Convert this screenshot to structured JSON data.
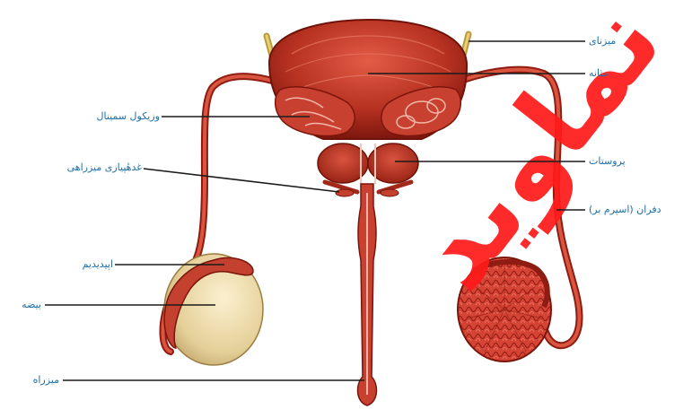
{
  "labels": {
    "ureter": "میزنای",
    "bladder": "مثانه",
    "seminal_vesicle": "وزیکول سمینال",
    "prostate": "پروستات",
    "bulbourethral_gland": "غدهٔپیازی میزراهی",
    "vas_deferens": "دفران (اسپرم بر)",
    "epididymis": "اپیدیدیم",
    "testis": "بیضه",
    "urethra": "میزراه"
  },
  "watermark": "نماوید",
  "colors": {
    "label_text": "#1e6fa8",
    "leader_line": "#1a1a1a",
    "tissue_dark": "#8e1c12",
    "tissue_mid": "#c0392b",
    "tissue_light": "#e0685a",
    "testis_fill": "#e9d7a6",
    "watermark": "#ff1a1a"
  }
}
